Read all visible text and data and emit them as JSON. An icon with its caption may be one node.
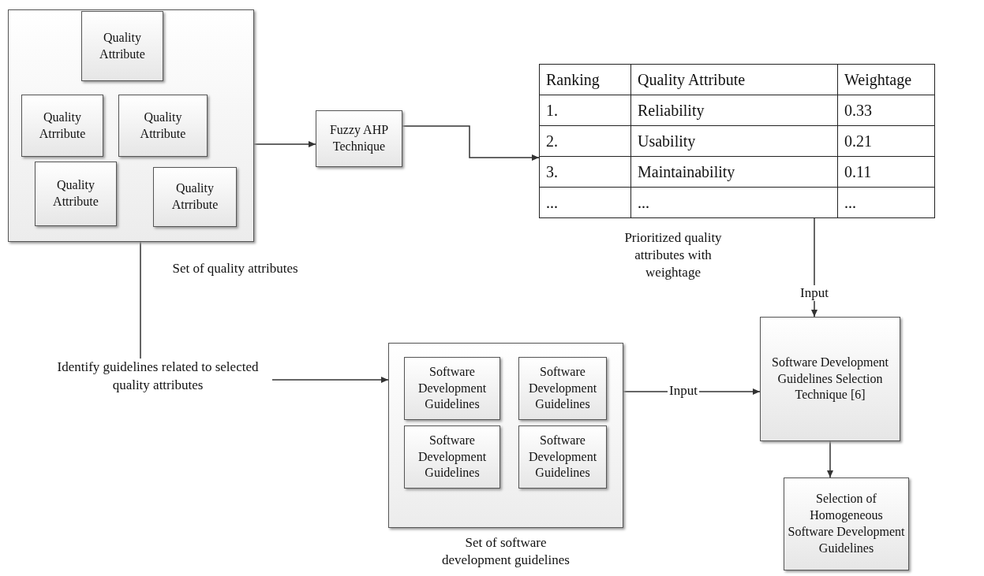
{
  "diagram": {
    "nodes": [
      {
        "text": [
          "Set of quality attributes"
        ]
      },
      {
        "text": [
          "Quality Attribute"
        ],
        "in": 0
      },
      {
        "text": [
          "Quality Atrribute"
        ],
        "in": 0
      },
      {
        "text": [
          "Quality Attribute"
        ],
        "in": 0
      },
      {
        "text": [
          "Quality Attribute"
        ],
        "in": 0
      },
      {
        "text": [
          "Quality Atrribute"
        ],
        "in": 0
      },
      {
        "text": [
          "Fuzzy AHP Technique"
        ]
      },
      {
        "text": [
          "Prioritized quality attributes with weightage"
        ]
      },
      {
        "text": [
          "Identify guidelines related to selected quality attributes"
        ]
      },
      {
        "text": [
          "Set of software development guidelines"
        ]
      },
      {
        "text": [
          "Software Development Guidelines"
        ],
        "in": 9
      },
      {
        "text": [
          "Software Development Guidelines"
        ],
        "in": 9
      },
      {
        "text": [
          "Software Development Guidelines"
        ],
        "in": 9
      },
      {
        "text": [
          "Software Development Guidelines"
        ],
        "in": 9
      },
      {
        "text": [
          "Software Development Guidelines Selection Technique [6]"
        ]
      },
      {
        "text": [
          "Selection of Homogeneous Software Development Guidelines"
        ]
      }
    ],
    "edges": [
      {
        "from": 0,
        "to": 6,
        "arrow": "to"
      },
      {
        "from": 6,
        "to": 7,
        "arrow": "to"
      },
      {
        "from": 7,
        "to": 14,
        "arrow": "to",
        "label": "Input"
      },
      {
        "from": 9,
        "to": 14,
        "arrow": "to",
        "label": "Input"
      },
      {
        "from": 14,
        "to": 15,
        "arrow": "to"
      },
      {
        "from": 0,
        "to": 8,
        "arrow": "none"
      },
      {
        "from": 8,
        "to": 9,
        "arrow": "to"
      }
    ],
    "labels": [
      "Ranking",
      "Quality Attribute",
      "Weightage",
      "1.",
      "Reliability",
      "0.33",
      "2.",
      "Usability",
      "0.21",
      "3.",
      "Maintainability",
      "0.11",
      "...",
      "...",
      "..."
    ]
  }
}
